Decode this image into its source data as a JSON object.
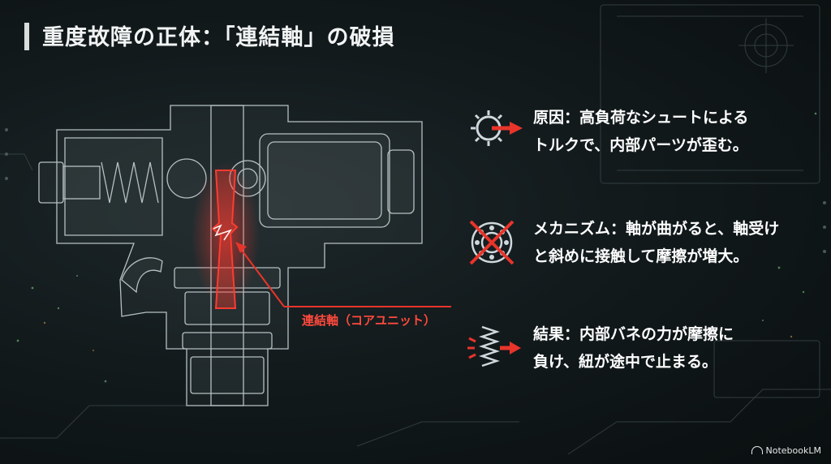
{
  "title": "重度故障の正体：「連結軸」の破損",
  "shaft_label": "連結軸（コアユニット）",
  "callouts": [
    {
      "icon": "gear-arrow-icon",
      "line1": "原因：高負荷なシュートによる",
      "line2": "トルクで、内部パーツが歪む。"
    },
    {
      "icon": "crossed-bearing-icon",
      "line1": "メカニズム：軸が曲がると、軸受け",
      "line2": "と斜めに接触して摩擦が増大。"
    },
    {
      "icon": "spring-arrow-icon",
      "line1": "結果：内部バネの力が摩擦に",
      "line2": "負け、紐が途中で止まる。"
    }
  ],
  "watermark": "NotebookLM",
  "colors": {
    "background": "#0d1214",
    "accent_red": "#e8342a",
    "line_art": "#cfd8dc",
    "text": "#ffffff"
  }
}
